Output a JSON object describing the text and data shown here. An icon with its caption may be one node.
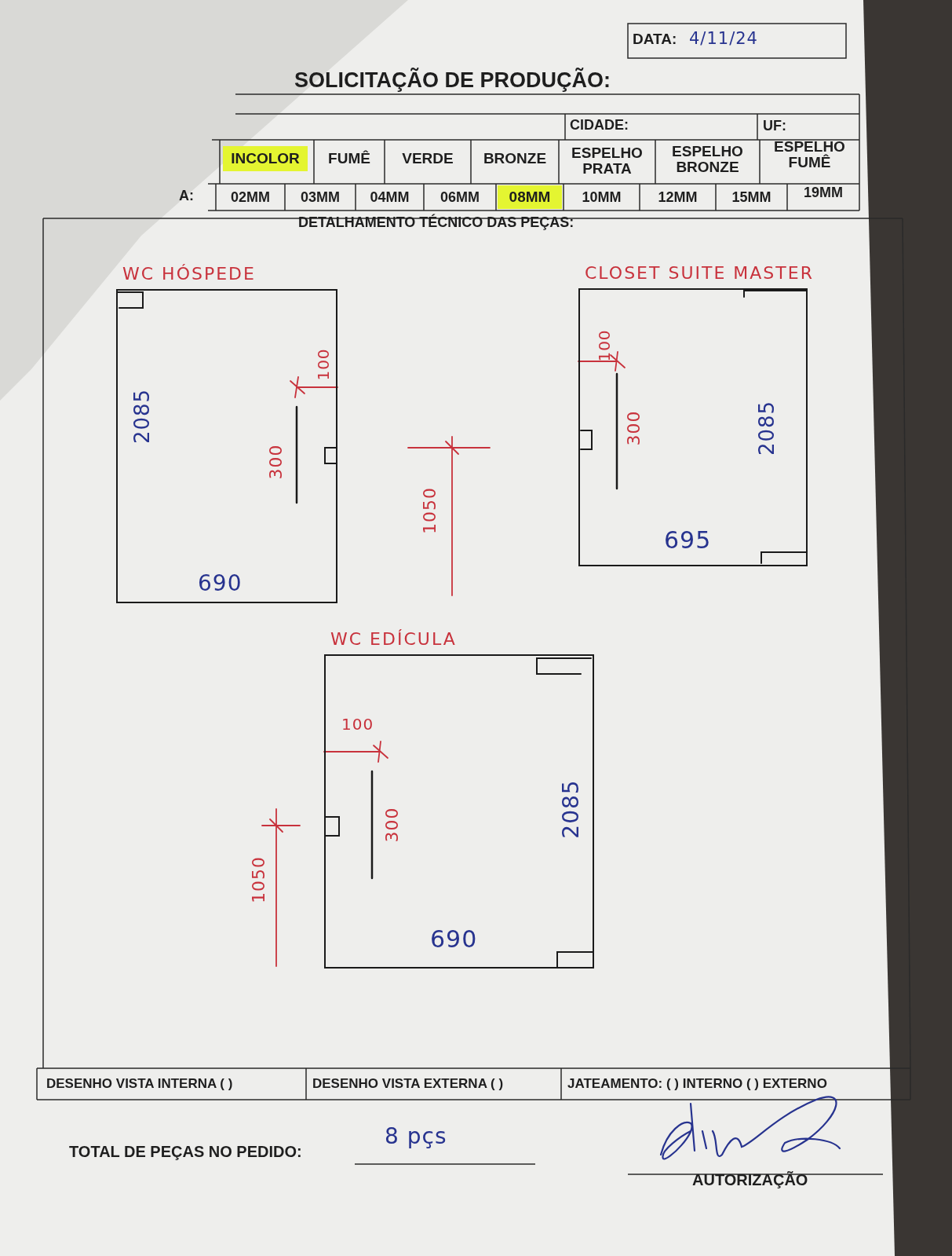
{
  "diagram": {
    "title": "SOLICITAÇÃO DE PRODUÇÃO:",
    "nodes": [
      {
        "text": [
          "INCOLOR"
        ]
      },
      {
        "text": [
          "08MM"
        ]
      },
      {
        "text": [
          "WC HÓSPEDE"
        ]
      },
      {
        "text": [
          "CLOSET SUITE MASTER"
        ]
      },
      {
        "text": [
          "WC EDÍCULA"
        ]
      }
    ],
    "labels": [
      "DATA:",
      "4/11/24",
      "CIDADE:",
      "UF:",
      "FUMÊ",
      "VERDE",
      "BRONZE",
      "ESPELHO PRATA",
      "ESPELHO BRONZE",
      "ESPELHO FUMÊ",
      "A:",
      "02MM",
      "03MM",
      "04MM",
      "06MM",
      "10MM",
      "12MM",
      "15MM",
      "19MM",
      "DETALHAMENTO TÉCNICO DAS PEÇAS:",
      "2085",
      "100",
      "300",
      "690",
      "1050",
      "100",
      "300",
      "2085",
      "695",
      "100",
      "300",
      "2085",
      "690",
      "1050",
      "DESENHO VISTA INTERNA ( )",
      "DESENHO VISTA EXTERNA ( )",
      "JATEAMENTO: ( ) INTERNO ( ) EXTERNO",
      "TOTAL DE PEÇAS NO PEDIDO:",
      "8 pçs",
      "AUTORIZAÇÃO"
    ]
  }
}
